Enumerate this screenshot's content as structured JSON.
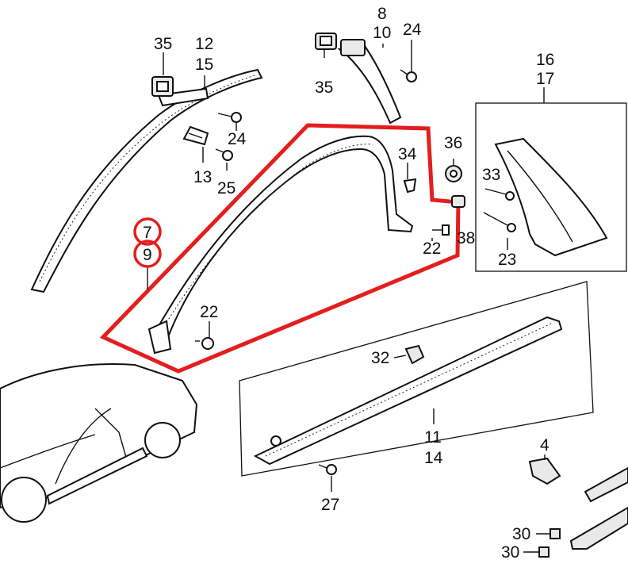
{
  "diagram": {
    "labels": {
      "l35a": "35",
      "l12": "12",
      "l15": "15",
      "l8": "8",
      "l10": "10",
      "l24a": "24",
      "l35b": "35",
      "l16": "16",
      "l17": "17",
      "l24b": "24",
      "l13": "13",
      "l25": "25",
      "l34": "34",
      "l36": "36",
      "l33": "33",
      "l7": "7",
      "l9": "9",
      "l38": "38",
      "l22a": "22",
      "l23": "23",
      "l22b": "22",
      "l32": "32",
      "l11": "11",
      "l14": "14",
      "l4": "4",
      "l27": "27",
      "l30a": "30",
      "l30b": "30"
    },
    "highlight_color": "#e41e1e"
  }
}
